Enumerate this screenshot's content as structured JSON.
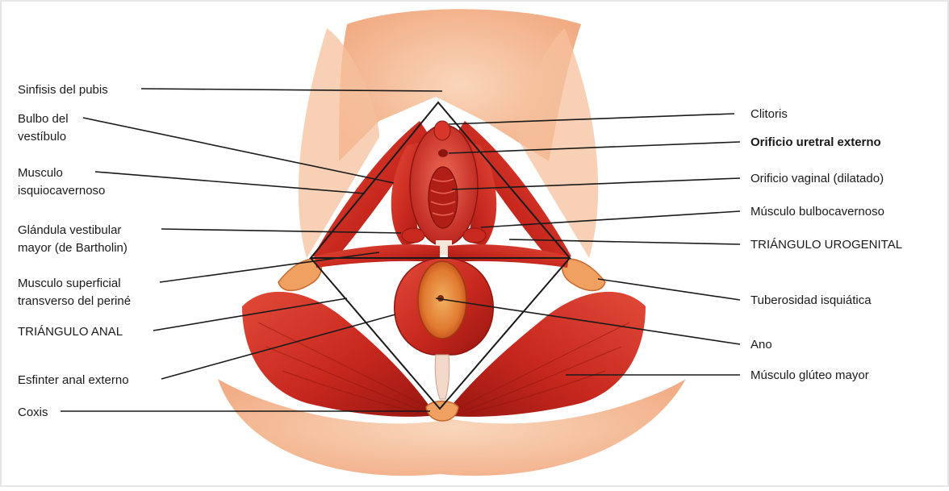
{
  "labels_left": [
    {
      "id": "sinfisis",
      "lines": [
        "Sinfisis del pubis"
      ]
    },
    {
      "id": "bulbo",
      "lines": [
        "Bulbo del",
        "vestíbulo"
      ]
    },
    {
      "id": "isquiocavernoso",
      "lines": [
        "Musculo",
        "isquiocavernoso"
      ]
    },
    {
      "id": "bartholin",
      "lines": [
        "Glándula vestibular",
        "mayor (de Bartholin)"
      ]
    },
    {
      "id": "transverso",
      "lines": [
        "Musculo superficial",
        "transverso del periné"
      ]
    },
    {
      "id": "triangulo-anal",
      "lines": [
        "TRIÁNGULO ANAL"
      ]
    },
    {
      "id": "esfinter",
      "lines": [
        "Esfinter anal externo"
      ]
    },
    {
      "id": "coxis",
      "lines": [
        "Coxis"
      ]
    }
  ],
  "labels_right": [
    {
      "id": "clitoris",
      "lines": [
        "Clitoris"
      ]
    },
    {
      "id": "orificio-uretral",
      "lines": [
        "Orificio uretral externo"
      ],
      "bold": true
    },
    {
      "id": "orificio-vaginal",
      "lines": [
        "Orificio vaginal (dilatado)"
      ]
    },
    {
      "id": "bulbocavernoso",
      "lines": [
        "Músculo bulbocavernoso"
      ]
    },
    {
      "id": "triangulo-urogenital",
      "lines": [
        "TRIÁNGULO UROGENITAL"
      ]
    },
    {
      "id": "tuberosidad",
      "lines": [
        "Tuberosidad isquiática"
      ]
    },
    {
      "id": "ano",
      "lines": [
        "Ano"
      ]
    },
    {
      "id": "gluteo",
      "lines": [
        "Músculo glúteo mayor"
      ]
    }
  ],
  "colors": {
    "skin": "#f4b48a",
    "skin_light": "#f8cba8",
    "muscle": "#c8281e",
    "muscle_dark": "#9e1812",
    "muscle_light": "#e05040",
    "bone": "#f0a060",
    "anus": "#e8823a",
    "line": "#1a1a1a"
  }
}
